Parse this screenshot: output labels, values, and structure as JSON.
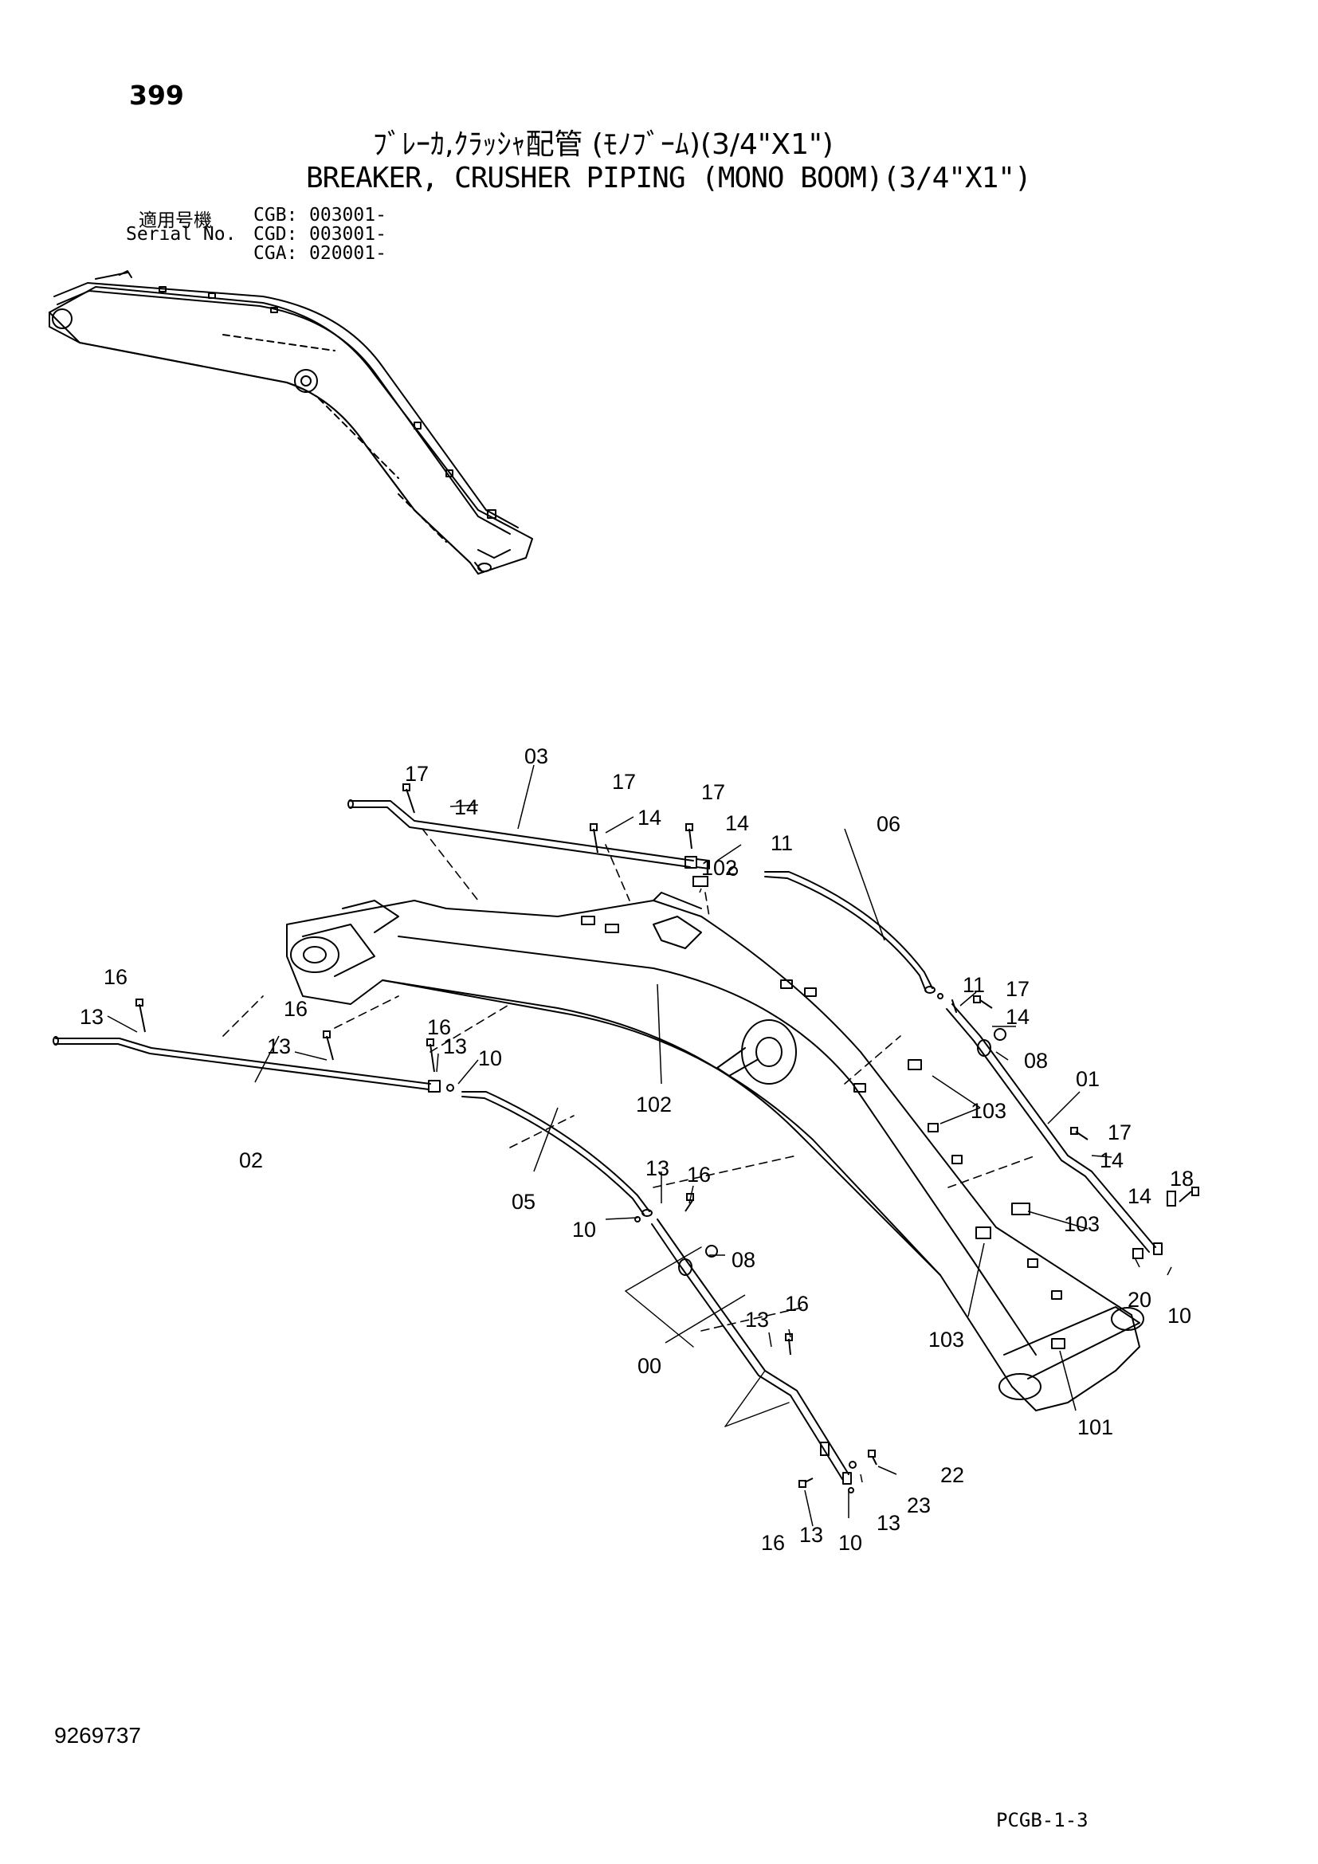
{
  "page_number": "399",
  "title_jp": "ﾌﾞﾚｰｶ,ｸﾗｯｼｬ配管 (ﾓﾉﾌﾞｰﾑ)(3/4\"X1\")",
  "title_en": "BREAKER, CRUSHER PIPING (MONO BOOM)(3/4\"X1\")",
  "serial": {
    "label_jp": "適用号機",
    "label_en": "Serial No.",
    "rows": [
      {
        "model": "CGB:",
        "number": "003001-"
      },
      {
        "model": "CGD:",
        "number": "003001-"
      },
      {
        "model": "CGA:",
        "number": "020001-"
      }
    ]
  },
  "callouts": {
    "c17a": "17",
    "c14a": "14",
    "c03": "03",
    "c17b": "17",
    "c14b": "14",
    "c17c": "17",
    "c14c": "14",
    "c11a": "11",
    "c102a": "102",
    "c06": "06",
    "c11b": "11",
    "c17d": "17",
    "c14d": "14",
    "c08a": "08",
    "c01": "01",
    "c103a": "103",
    "c17e": "17",
    "c14e": "14",
    "c18": "18",
    "c14f": "14",
    "c103b": "103",
    "c20": "20",
    "c10a": "10",
    "c103c": "103",
    "c101": "101",
    "c16a": "16",
    "c13a": "13",
    "c16b": "16",
    "c13b": "13",
    "c16c": "16",
    "c13c": "13",
    "c10b": "10",
    "c102b": "102",
    "c02": "02",
    "c05": "05",
    "c13d": "13",
    "c16d": "16",
    "c10c": "10",
    "c08b": "08",
    "c13e": "13",
    "c16e": "16",
    "c00": "00",
    "c22": "22",
    "c23": "23",
    "c13f": "13",
    "c16f": "16",
    "c13g": "13",
    "c10d": "10"
  },
  "doc_number": "9269737",
  "page_code": "PCGB-1-3"
}
